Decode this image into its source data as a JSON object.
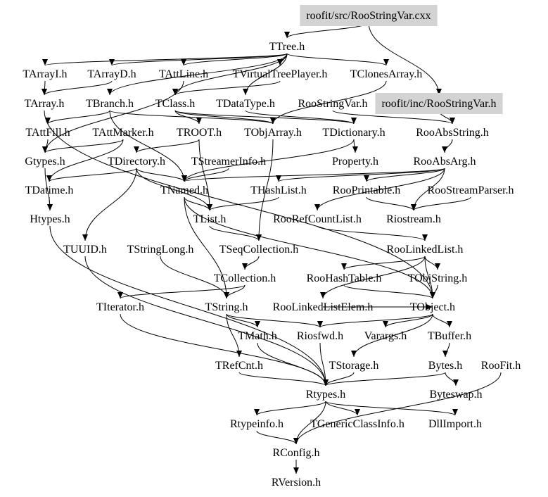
{
  "title": "roofit/src/RooStringVar.cxx include dependency graph",
  "highlight_color": "#d3d3d3",
  "nodes": [
    {
      "id": "src",
      "label": "roofit/src/RooStringVar.cxx",
      "highlighted": true
    },
    {
      "id": "TTree",
      "label": "TTree.h"
    },
    {
      "id": "TArrayI",
      "label": "TArrayI.h"
    },
    {
      "id": "TArrayD",
      "label": "TArrayD.h"
    },
    {
      "id": "TAttLine",
      "label": "TAttLine.h"
    },
    {
      "id": "TVirtualTreePlayer",
      "label": "TVirtualTreePlayer.h"
    },
    {
      "id": "TClonesArray",
      "label": "TClonesArray.h"
    },
    {
      "id": "TArray",
      "label": "TArray.h"
    },
    {
      "id": "TBranch",
      "label": "TBranch.h"
    },
    {
      "id": "TClass",
      "label": "TClass.h"
    },
    {
      "id": "TDataType",
      "label": "TDataType.h"
    },
    {
      "id": "RooStringVarH",
      "label": "RooStringVar.h"
    },
    {
      "id": "inc",
      "label": "roofit/inc/RooStringVar.h",
      "highlighted": true
    },
    {
      "id": "TAttFill",
      "label": "TAttFill.h"
    },
    {
      "id": "TAttMarker",
      "label": "TAttMarker.h"
    },
    {
      "id": "TROOT",
      "label": "TROOT.h"
    },
    {
      "id": "TObjArray",
      "label": "TObjArray.h"
    },
    {
      "id": "TDictionary",
      "label": "TDictionary.h"
    },
    {
      "id": "RooAbsString",
      "label": "RooAbsString.h"
    },
    {
      "id": "Gtypes",
      "label": "Gtypes.h"
    },
    {
      "id": "TDirectory",
      "label": "TDirectory.h"
    },
    {
      "id": "TStreamerInfo",
      "label": "TStreamerInfo.h"
    },
    {
      "id": "Property",
      "label": "Property.h"
    },
    {
      "id": "RooAbsArg",
      "label": "RooAbsArg.h"
    },
    {
      "id": "TDatime",
      "label": "TDatime.h"
    },
    {
      "id": "TNamed",
      "label": "TNamed.h"
    },
    {
      "id": "THashList",
      "label": "THashList.h"
    },
    {
      "id": "RooPrintable",
      "label": "RooPrintable.h"
    },
    {
      "id": "RooStreamParser",
      "label": "RooStreamParser.h"
    },
    {
      "id": "Htypes",
      "label": "Htypes.h"
    },
    {
      "id": "TList",
      "label": "TList.h"
    },
    {
      "id": "RooRefCountList",
      "label": "RooRefCountList.h"
    },
    {
      "id": "Riostream",
      "label": "Riostream.h"
    },
    {
      "id": "TUUID",
      "label": "TUUID.h"
    },
    {
      "id": "TStringLong",
      "label": "TStringLong.h"
    },
    {
      "id": "TSeqCollection",
      "label": "TSeqCollection.h"
    },
    {
      "id": "RooLinkedList",
      "label": "RooLinkedList.h"
    },
    {
      "id": "TCollection",
      "label": "TCollection.h"
    },
    {
      "id": "RooHashTable",
      "label": "RooHashTable.h"
    },
    {
      "id": "TObjString",
      "label": "TObjString.h"
    },
    {
      "id": "TIterator",
      "label": "TIterator.h"
    },
    {
      "id": "TString",
      "label": "TString.h"
    },
    {
      "id": "RooLinkedListElem",
      "label": "RooLinkedListElem.h"
    },
    {
      "id": "TObject",
      "label": "TObject.h"
    },
    {
      "id": "TMath",
      "label": "TMath.h"
    },
    {
      "id": "Riosfwd",
      "label": "Riosfwd.h"
    },
    {
      "id": "Varargs",
      "label": "Varargs.h"
    },
    {
      "id": "TBuffer",
      "label": "TBuffer.h"
    },
    {
      "id": "TRefCnt",
      "label": "TRefCnt.h"
    },
    {
      "id": "TStorage",
      "label": "TStorage.h"
    },
    {
      "id": "Bytes",
      "label": "Bytes.h"
    },
    {
      "id": "RooFit",
      "label": "RooFit.h"
    },
    {
      "id": "Rtypes",
      "label": "Rtypes.h"
    },
    {
      "id": "Byteswap",
      "label": "Byteswap.h"
    },
    {
      "id": "Rtypeinfo",
      "label": "Rtypeinfo.h"
    },
    {
      "id": "TGenericClassInfo",
      "label": "TGenericClassInfo.h"
    },
    {
      "id": "DllImport",
      "label": "DllImport.h"
    },
    {
      "id": "RConfig",
      "label": "RConfig.h"
    },
    {
      "id": "RVersion",
      "label": "RVersion.h"
    }
  ],
  "edges": [
    [
      "src",
      "TTree"
    ],
    [
      "src",
      "inc"
    ],
    [
      "TTree",
      "TArrayI"
    ],
    [
      "TTree",
      "TArrayD"
    ],
    [
      "TTree",
      "TAttLine"
    ],
    [
      "TTree",
      "TVirtualTreePlayer"
    ],
    [
      "TTree",
      "TClonesArray"
    ],
    [
      "TTree",
      "TBranch"
    ],
    [
      "TTree",
      "TClass"
    ],
    [
      "TTree",
      "TDataType"
    ],
    [
      "TArrayI",
      "TArray"
    ],
    [
      "TArrayD",
      "TArray"
    ],
    [
      "TAttLine",
      "Gtypes"
    ],
    [
      "TVirtualTreePlayer",
      "TClass"
    ],
    [
      "TClonesArray",
      "TObjArray"
    ],
    [
      "TArray",
      "TObject"
    ],
    [
      "TBranch",
      "TNamed"
    ],
    [
      "TBranch",
      "TAttFill"
    ],
    [
      "TBranch",
      "TObjArray"
    ],
    [
      "TClass",
      "TDictionary"
    ],
    [
      "TClass",
      "TObjArray"
    ],
    [
      "TClass",
      "TROOT"
    ],
    [
      "TDataType",
      "TDictionary"
    ],
    [
      "RooStringVarH",
      "RooAbsString"
    ],
    [
      "inc",
      "RooAbsString"
    ],
    [
      "TAttFill",
      "Gtypes"
    ],
    [
      "TAttMarker",
      "Gtypes"
    ],
    [
      "TAttMarker",
      "TDatime"
    ],
    [
      "TROOT",
      "TDirectory"
    ],
    [
      "TROOT",
      "TList"
    ],
    [
      "TObjArray",
      "TSeqCollection"
    ],
    [
      "TDictionary",
      "Property"
    ],
    [
      "TDictionary",
      "TNamed"
    ],
    [
      "RooAbsString",
      "RooAbsArg"
    ],
    [
      "Gtypes",
      "Htypes"
    ],
    [
      "TDirectory",
      "TNamed"
    ],
    [
      "TDirectory",
      "TUUID"
    ],
    [
      "TDirectory",
      "TDatime"
    ],
    [
      "TDirectory",
      "TList"
    ],
    [
      "TStreamerInfo",
      "TNamed"
    ],
    [
      "RooAbsArg",
      "RooPrintable"
    ],
    [
      "RooAbsArg",
      "Riostream"
    ],
    [
      "RooAbsArg",
      "THashList"
    ],
    [
      "RooAbsArg",
      "RooRefCountList"
    ],
    [
      "RooAbsArg",
      "TNamed"
    ],
    [
      "TDatime",
      "Htypes"
    ],
    [
      "TNamed",
      "TList"
    ],
    [
      "TNamed",
      "TString"
    ],
    [
      "TNamed",
      "TObject"
    ],
    [
      "THashList",
      "TList"
    ],
    [
      "RooPrintable",
      "Riostream"
    ],
    [
      "RooStreamParser",
      "Riostream"
    ],
    [
      "Htypes",
      "Rtypes"
    ],
    [
      "TList",
      "TSeqCollection"
    ],
    [
      "RooRefCountList",
      "RooLinkedList"
    ],
    [
      "TUUID",
      "Rtypes"
    ],
    [
      "TStringLong",
      "TString"
    ],
    [
      "TSeqCollection",
      "TCollection"
    ],
    [
      "RooLinkedList",
      "RooHashTable"
    ],
    [
      "RooLinkedList",
      "TObject"
    ],
    [
      "RooLinkedList",
      "TObjString"
    ],
    [
      "RooLinkedList",
      "RooLinkedListElem"
    ],
    [
      "TCollection",
      "TIterator"
    ],
    [
      "TCollection",
      "TString"
    ],
    [
      "RooHashTable",
      "TObject"
    ],
    [
      "TObjString",
      "TObject"
    ],
    [
      "TIterator",
      "Rtypes"
    ],
    [
      "TString",
      "TRefCnt"
    ],
    [
      "TString",
      "TMath"
    ],
    [
      "TString",
      "Riosfwd"
    ],
    [
      "RooLinkedListElem",
      "TObject"
    ],
    [
      "TObject",
      "Varargs"
    ],
    [
      "TObject",
      "TBuffer"
    ],
    [
      "TObject",
      "TStorage"
    ],
    [
      "TObject",
      "Riosfwd"
    ],
    [
      "TMath",
      "Rtypes"
    ],
    [
      "Riosfwd",
      "Rtypes"
    ],
    [
      "TBuffer",
      "Bytes"
    ],
    [
      "TRefCnt",
      "Rtypes"
    ],
    [
      "TStorage",
      "Rtypes"
    ],
    [
      "Bytes",
      "Byteswap"
    ],
    [
      "Bytes",
      "Rtypes"
    ],
    [
      "RooFit",
      "RConfig"
    ],
    [
      "Rtypes",
      "Rtypeinfo"
    ],
    [
      "Rtypes",
      "TGenericClassInfo"
    ],
    [
      "Rtypes",
      "DllImport"
    ],
    [
      "Rtypes",
      "RConfig"
    ],
    [
      "Rtypeinfo",
      "RConfig"
    ],
    [
      "RConfig",
      "RVersion"
    ]
  ]
}
